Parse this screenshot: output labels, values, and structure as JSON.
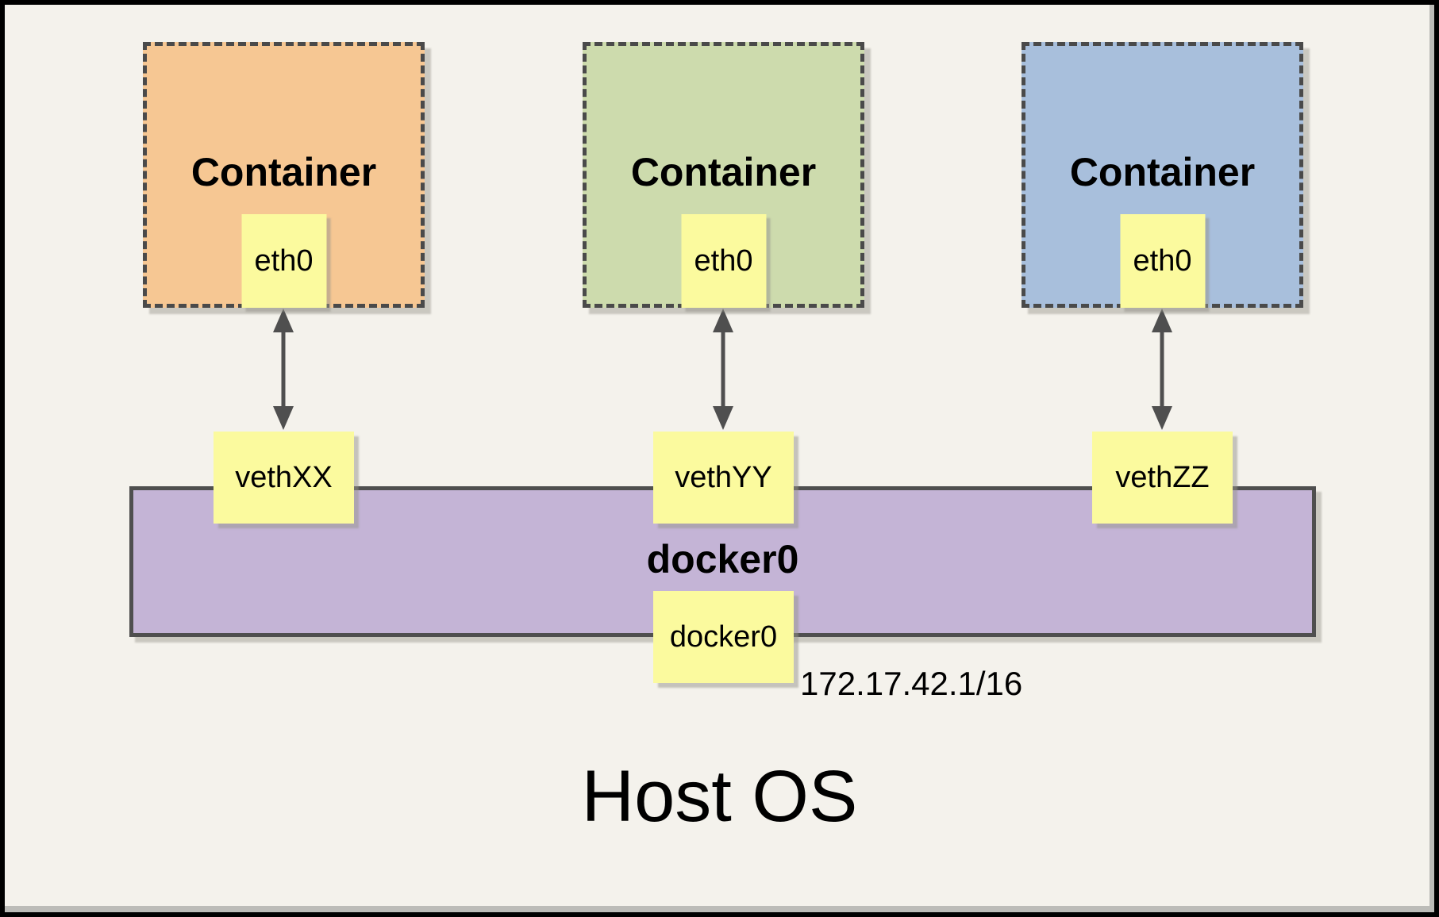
{
  "diagram": {
    "host_os_label": "Host OS",
    "containers": [
      {
        "label": "Container",
        "interface": "eth0",
        "veth": "vethXX",
        "fill": "#f6c793"
      },
      {
        "label": "Container",
        "interface": "eth0",
        "veth": "vethYY",
        "fill": "#cddbad"
      },
      {
        "label": "Container",
        "interface": "eth0",
        "veth": "vethZZ",
        "fill": "#a8bfdc"
      }
    ],
    "bridge": {
      "label": "docker0",
      "interface": "docker0",
      "ip": "172.17.42.1/16",
      "fill": "#c4b4d6"
    },
    "colors": {
      "background": "#f4f2ec",
      "frame": "#000000",
      "node_yellow": "#fbfa9e",
      "line": "#4f4f4f"
    }
  }
}
